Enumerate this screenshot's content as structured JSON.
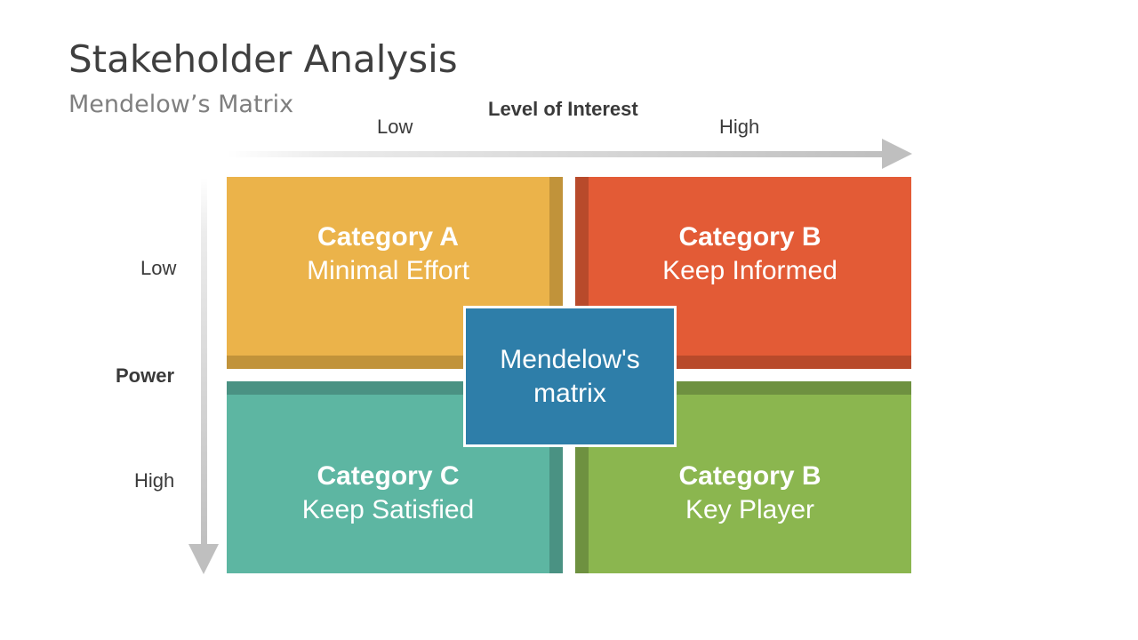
{
  "slide": {
    "title": "Stakeholder Analysis",
    "subtitle": "Mendelow’s Matrix"
  },
  "axes": {
    "x": {
      "title": "Level of Interest",
      "low": "Low",
      "high": "High"
    },
    "y": {
      "title": "Power",
      "low": "Low",
      "high": "High"
    }
  },
  "quadrants": {
    "top_left": {
      "heading": "Category A",
      "label": "Minimal Effort",
      "color": "#ebb34a",
      "shade": "#c1933a"
    },
    "top_right": {
      "heading": "Category B",
      "label": "Keep Informed",
      "color": "#e35b36",
      "shade": "#b84a2b"
    },
    "bottom_left": {
      "heading": "Category C",
      "label": "Keep Satisfied",
      "color": "#5db6a2",
      "shade": "#4a9283"
    },
    "bottom_right": {
      "heading": "Category B",
      "label": "Key Player",
      "color": "#8bb64f",
      "shade": "#6e9140"
    }
  },
  "center": {
    "label": "Mendelow's matrix",
    "color": "#2e7ea9"
  },
  "arrow_color": "#bfbfbf"
}
